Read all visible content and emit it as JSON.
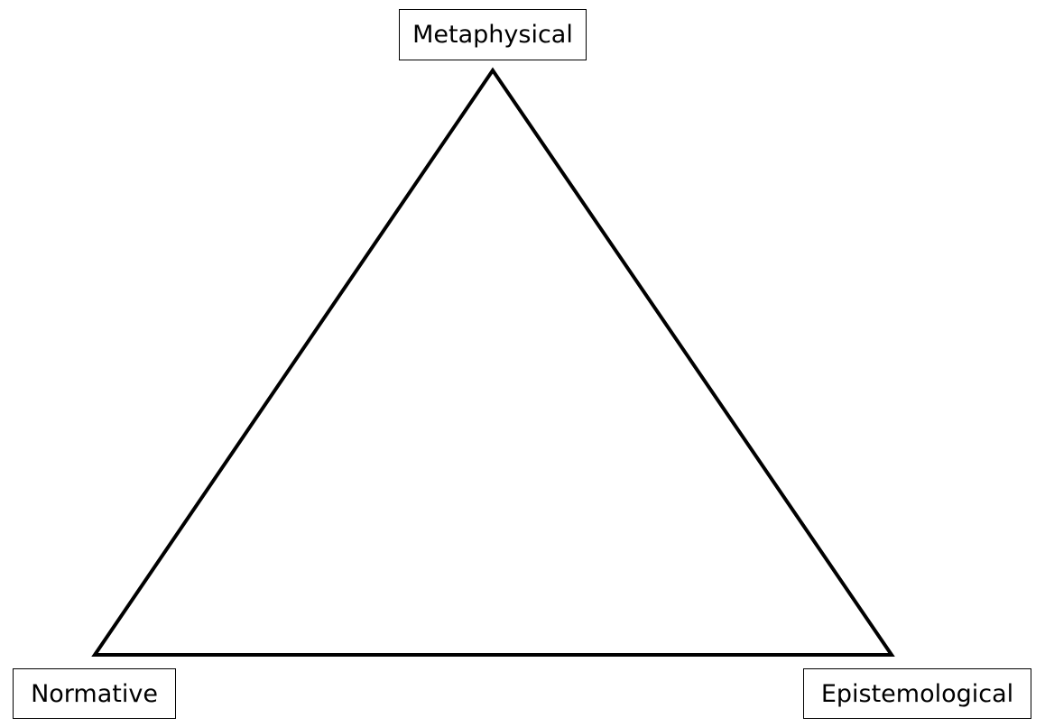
{
  "diagram": {
    "type": "triangle",
    "stroke_color": "#000000",
    "nodes": {
      "top": {
        "label": "Metaphysical"
      },
      "left": {
        "label": "Normative"
      },
      "right": {
        "label": "Epistemological"
      }
    }
  }
}
